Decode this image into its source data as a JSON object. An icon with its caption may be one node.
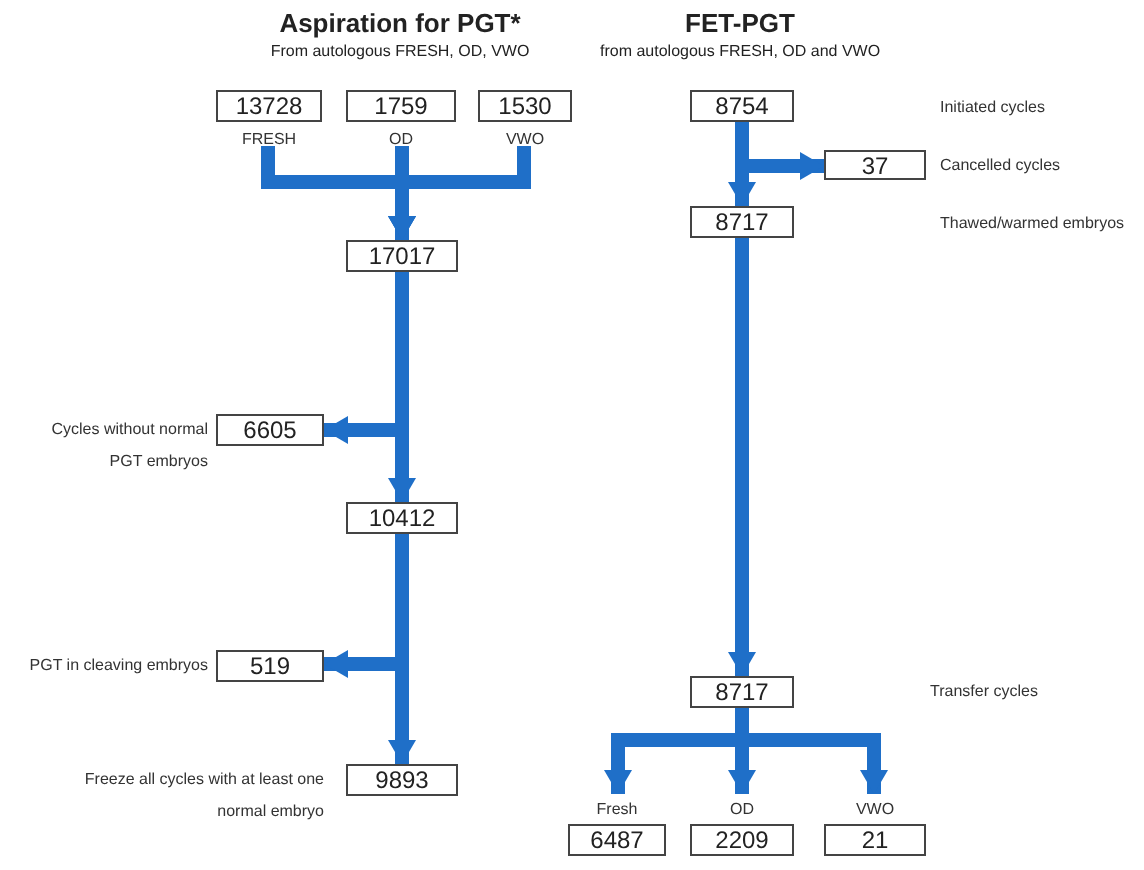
{
  "diagram": {
    "nodes": [
      {
        "text": [
          "13728"
        ],
        "beside": [
          "FRESH"
        ]
      },
      {
        "text": [
          "1759"
        ],
        "beside": [
          "OD"
        ]
      },
      {
        "text": [
          "1530"
        ],
        "beside": [
          "VWO"
        ]
      },
      {
        "text": [
          "17017"
        ]
      },
      {
        "text": [
          "6605"
        ],
        "beside": [
          "Cycles without normal PGT embryos"
        ]
      },
      {
        "text": [
          "10412"
        ]
      },
      {
        "text": [
          "519"
        ],
        "beside": [
          "PGT in cleaving embryos"
        ]
      },
      {
        "text": [
          "9893"
        ],
        "beside": [
          "Freeze all cycles with at least one normal embryo"
        ]
      },
      {
        "text": [
          "8754"
        ]
      },
      {
        "text": [
          "37"
        ],
        "beside": [
          "Cancelled cycles"
        ]
      },
      {
        "text": [
          "8717"
        ]
      },
      {
        "text": [
          "8717"
        ]
      },
      {
        "text": [
          "6487"
        ],
        "beside": [
          "Fresh"
        ]
      },
      {
        "text": [
          "2209"
        ],
        "beside": [
          "OD"
        ]
      },
      {
        "text": [
          "21"
        ],
        "beside": [
          "VWO"
        ]
      }
    ],
    "edges": [
      {
        "from": 0,
        "to": 3,
        "arrow": "to"
      },
      {
        "from": 1,
        "to": 3,
        "arrow": "to"
      },
      {
        "from": 2,
        "to": 3,
        "arrow": "to"
      },
      {
        "from": 3,
        "to": 4,
        "arrow": "to"
      },
      {
        "from": 3,
        "to": 5,
        "arrow": "to"
      },
      {
        "from": 5,
        "to": 6,
        "arrow": "to"
      },
      {
        "from": 5,
        "to": 7,
        "arrow": "to"
      },
      {
        "from": 8,
        "to": 9,
        "arrow": "to"
      },
      {
        "from": 8,
        "to": 10,
        "arrow": "to"
      },
      {
        "from": 10,
        "to": 11,
        "arrow": "to"
      },
      {
        "from": 11,
        "to": 12,
        "arrow": "to"
      },
      {
        "from": 11,
        "to": 13,
        "arrow": "to"
      },
      {
        "from": 11,
        "to": 14,
        "arrow": "to"
      }
    ],
    "labels": [
      "Aspiration for PGT*",
      "From autologous FRESH, OD, VWO",
      "FET-PGT",
      "from autologous FRESH, OD and VWO",
      "Initiated cycles",
      "Thawed/warmed embryos",
      "Transfer cycles"
    ]
  }
}
